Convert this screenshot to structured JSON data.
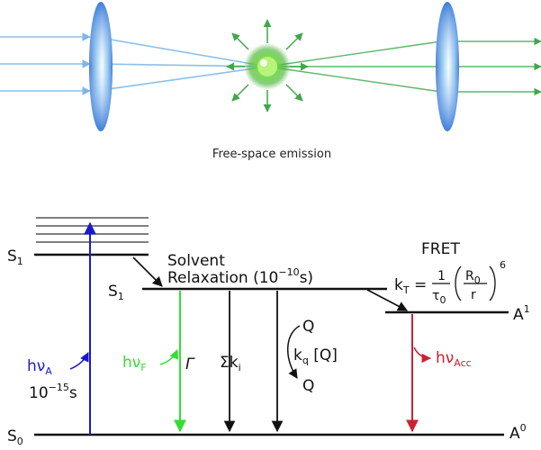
{
  "optics": {
    "caption": "Free-space emission"
  },
  "jablonski": {
    "s1_high": {
      "main": "S",
      "sub": "1"
    },
    "s1_relaxed": {
      "main": "S",
      "sub": "1"
    },
    "s0": {
      "main": "S",
      "sub": "0"
    },
    "solvent_line1": "Solvent",
    "solvent_line2": "Relaxation (10",
    "solvent_exp": "−10",
    "solvent_end": "s)",
    "absorption": {
      "main": "hν",
      "sub": "A"
    },
    "absorption_time": {
      "main": "10",
      "sup": "−15",
      "end": "s"
    },
    "fluorescence": {
      "main": "hν",
      "sub": "F"
    },
    "gamma": "Γ",
    "nonradiative": {
      "main": "Σk",
      "sub": "i"
    },
    "quencher_top": "Q",
    "quencher_bottom": "Q",
    "quench_rate": {
      "main": "k",
      "sub": "q",
      "end": " [Q]"
    },
    "fret_title": "FRET",
    "fret_formula": {
      "k": "k",
      "k_sub": "T",
      "eq": " = ",
      "num": "1",
      "den": "τ",
      "den_sub": "0",
      "r_num": "R",
      "r_num_sub": "0",
      "r_den": "r",
      "exp": "6"
    },
    "acceptor_excited": {
      "main": "A",
      "sup": "1"
    },
    "acceptor_ground": {
      "main": "A",
      "sup": "0"
    },
    "acceptor_emission": {
      "main": "hν",
      "sub": "Acc"
    },
    "colors": {
      "absorption": "#1a1acc",
      "fluorescence": "#33dd33",
      "acceptor": "#cc2233",
      "level": "#111111"
    }
  }
}
